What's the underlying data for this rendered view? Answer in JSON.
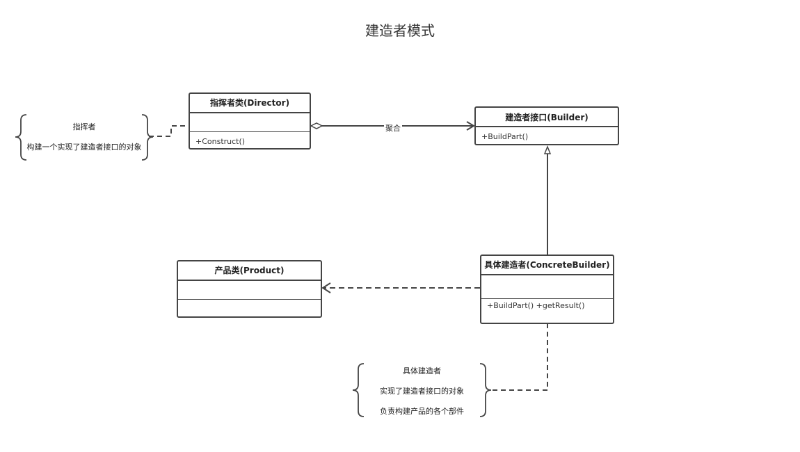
{
  "title": "建造者模式",
  "classes": {
    "director": {
      "name": "指挥者类(Director)",
      "operations": [
        "+Construct()"
      ]
    },
    "builder": {
      "name": "建造者接口(Builder)",
      "operations": [
        "+BuildPart()"
      ]
    },
    "product": {
      "name": "产品类(Product)",
      "operations": []
    },
    "concrete_builder": {
      "name": "具体建造者(ConcreteBuilder)",
      "operations": [
        "+BuildPart()",
        "+getResult()"
      ]
    }
  },
  "notes": {
    "director": {
      "lines": [
        "指挥者",
        "构建一个实现了建造者接口的对象"
      ]
    },
    "concrete_builder": {
      "lines": [
        "具体建造者",
        "实现了建造者接口的对象",
        "负责构建产品的各个部件"
      ]
    }
  },
  "edges": {
    "aggregation_label": "聚合"
  }
}
